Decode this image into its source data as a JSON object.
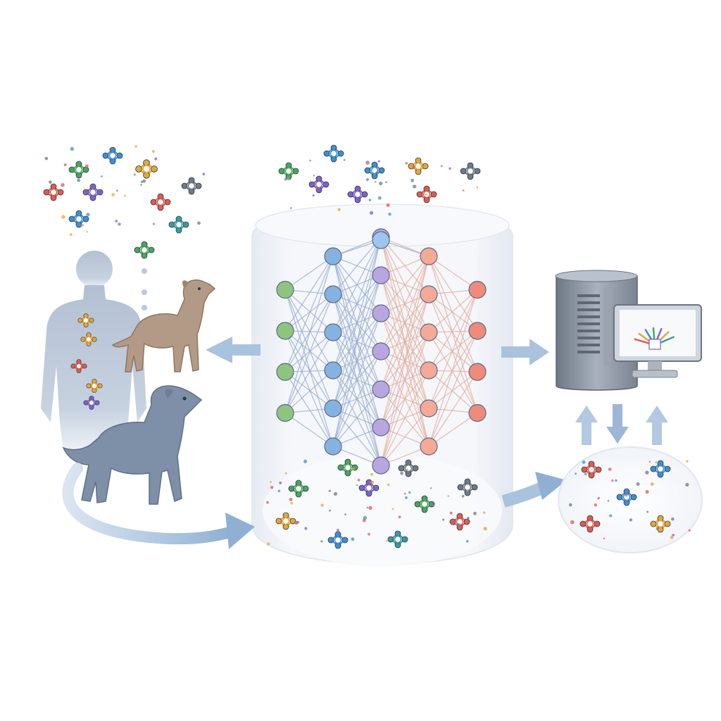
{
  "diagram": {
    "type": "illustration",
    "text": [],
    "colors": {
      "background": "#ffffff",
      "arrow": "#9db8d6",
      "cylinder": "#eef2f8",
      "silhouette_human": "#b7c4d6",
      "dog_small": "#b39a86",
      "dog_large": "#7e8fa8",
      "computer_body": "#8e98a6",
      "monitor_screen": "#f7f9fb"
    },
    "network": {
      "layer_sizes": [
        4,
        6,
        7,
        6,
        4
      ],
      "layer_colors": [
        "#8fc47f",
        "#85b2e0",
        "#b9a6e0",
        "#f4aa96",
        "#ef8b7a"
      ],
      "center_node_color": "#9ec5ee"
    },
    "molecule_palette": [
      "#3f8fd0",
      "#4aa55d",
      "#e05b4f",
      "#7e63c8",
      "#e6a63a",
      "#6e7a88",
      "#3a9aa0"
    ],
    "icons": [
      "human-silhouette-icon",
      "dog-icon",
      "computer-workstation-icon",
      "molecule-icon",
      "neural-network-icon"
    ]
  }
}
